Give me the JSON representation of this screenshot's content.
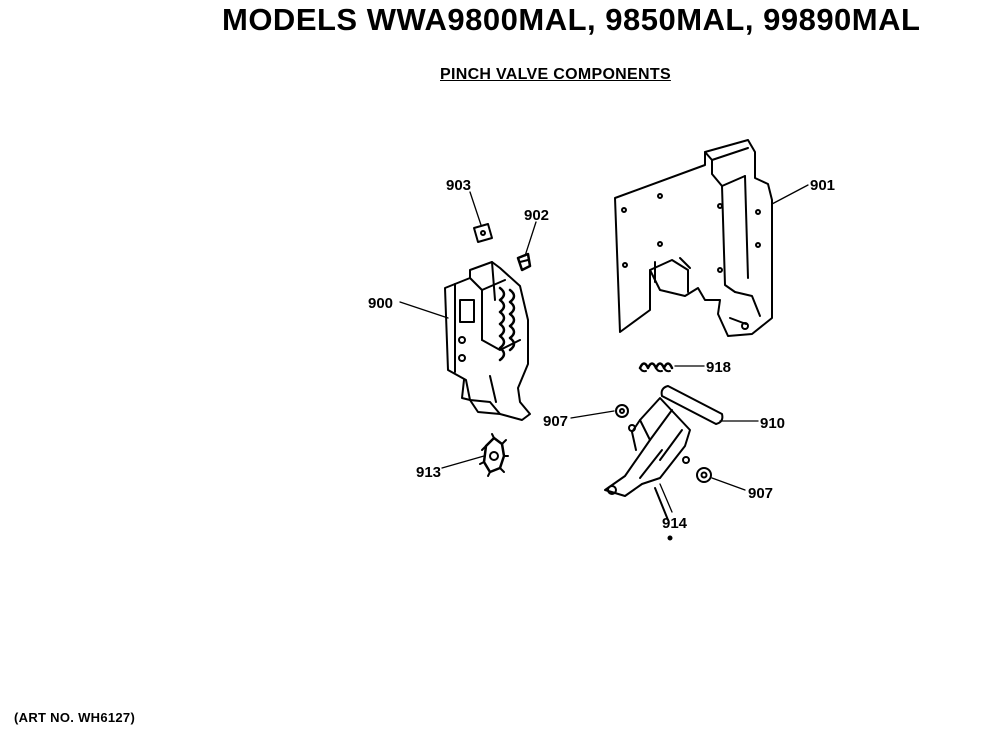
{
  "header": {
    "title": "MODELS WWA9800MAL, 9850MAL, 99890MAL",
    "subtitle": "PINCH VALVE COMPONENTS"
  },
  "parts": {
    "p900": "900",
    "p901": "901",
    "p902": "902",
    "p903": "903",
    "p907a": "907",
    "p907b": "907",
    "p910": "910",
    "p913": "913",
    "p914": "914",
    "p918": "918"
  },
  "footer": {
    "art_no": "(ART NO. WH6127)"
  }
}
